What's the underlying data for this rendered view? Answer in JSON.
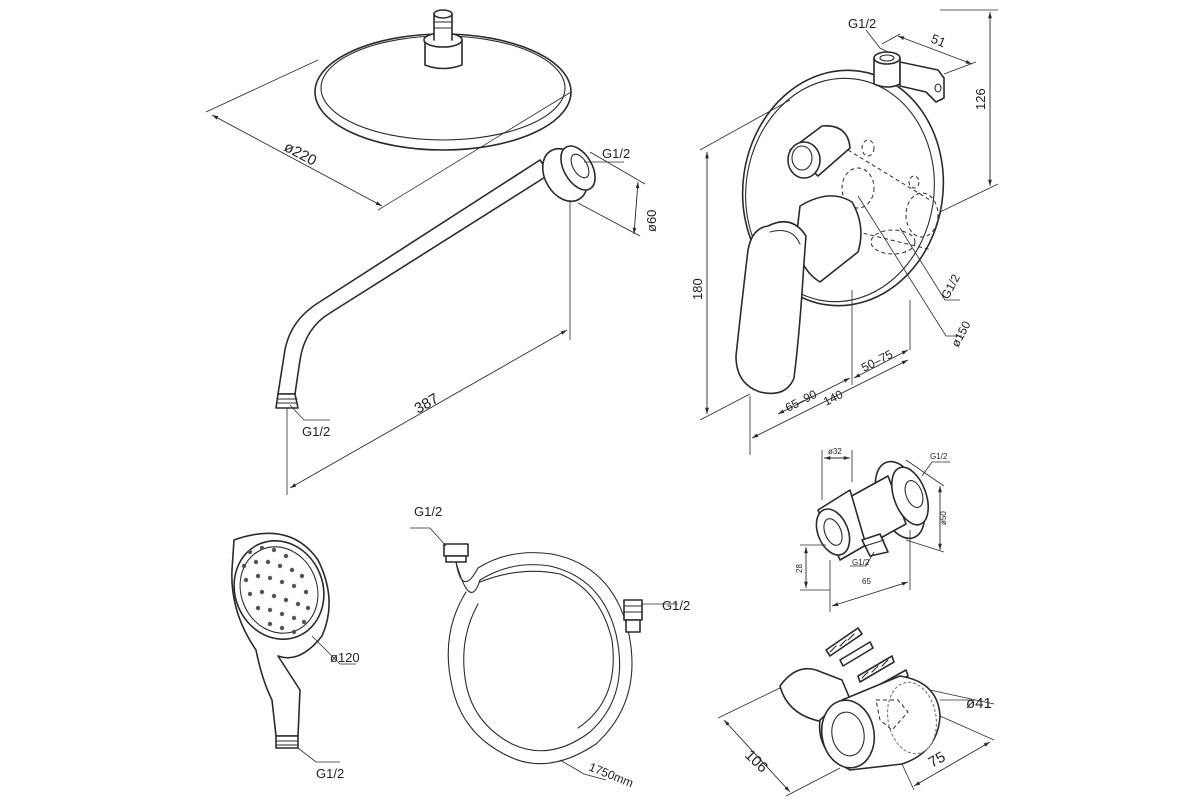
{
  "labels": {
    "head_diameter": "ø220",
    "arm_length": "387",
    "arm_thread_top": "G1/2",
    "arm_flange_diameter": "ø60",
    "arm_thread_bottom": "G1/2",
    "mixer_inlet_thread": "G1/2",
    "mixer_depth": "51",
    "mixer_height_right": "126",
    "mixer_height_left": "180",
    "mixer_outlet_thread": "G1/2",
    "mixer_plate_diameter": "ø150",
    "mixer_install_range": "50–75",
    "mixer_lever_range": "65–90",
    "mixer_total_depth": "140",
    "outlet_diameter_small": "ø32",
    "outlet_thread": "G1/2",
    "outlet_flange_diameter": "ø50",
    "outlet_holder_height": "28",
    "outlet_hose_thread": "G1/2",
    "outlet_depth": "65",
    "handshower_diameter": "ø120",
    "handshower_thread": "G1/2",
    "hose_thread_top": "G1/2",
    "hose_thread_right": "G1/2",
    "hose_length": "1750mm",
    "holder_diameter": "ø41",
    "holder_length": "106",
    "holder_depth": "75"
  }
}
